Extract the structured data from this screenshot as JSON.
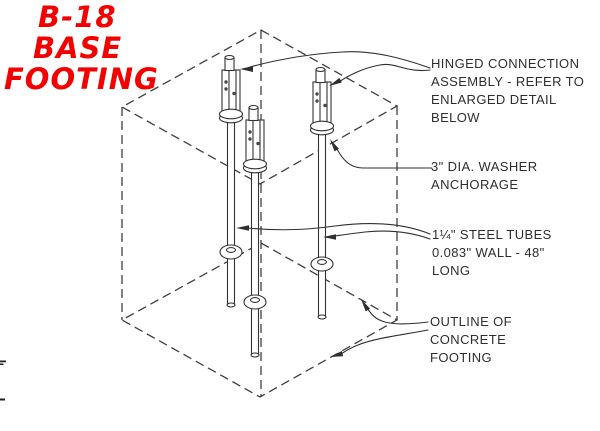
{
  "title": {
    "lines": [
      "B-18",
      "BASE",
      "FOOTING"
    ],
    "color": "#f40000"
  },
  "annotations": {
    "hinged_connection": {
      "lines": [
        "HINGED CONNECTION",
        "ASSEMBLY - REFER TO",
        "ENLARGED DETAIL",
        "BELOW"
      ]
    },
    "washer_anchorage": {
      "lines": [
        "3\" DIA. WASHER",
        "ANCHORAGE"
      ]
    },
    "steel_tubes": {
      "lines": [
        "1¼\" STEEL TUBES",
        "0.083\" WALL - 48\"",
        "LONG"
      ]
    },
    "concrete_footing": {
      "lines": [
        "OUTLINE OF",
        "CONCRETE",
        "FOOTING"
      ]
    }
  },
  "colors": {
    "line": "#3c3c3c",
    "text": "#2e2e2e",
    "title_red": "#f40000",
    "background": "#ffffff"
  }
}
